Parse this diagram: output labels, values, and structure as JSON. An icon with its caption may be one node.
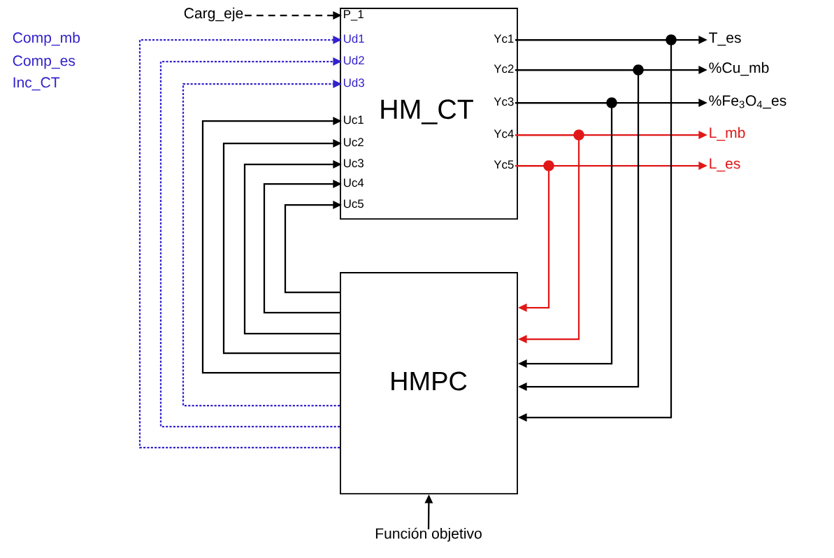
{
  "diagram": {
    "nodes": [
      {
        "text": [
          "HM_CT"
        ]
      },
      {
        "text": [
          "P_1"
        ],
        "in": 0
      },
      {
        "text": [
          "Ud1"
        ],
        "in": 0
      },
      {
        "text": [
          "Ud2"
        ],
        "in": 0
      },
      {
        "text": [
          "Ud3"
        ],
        "in": 0
      },
      {
        "text": [
          "Uc1"
        ],
        "in": 0
      },
      {
        "text": [
          "Uc2"
        ],
        "in": 0
      },
      {
        "text": [
          "Uc3"
        ],
        "in": 0
      },
      {
        "text": [
          "Uc4"
        ],
        "in": 0
      },
      {
        "text": [
          "Uc5"
        ],
        "in": 0
      },
      {
        "text": [
          "Yc1"
        ],
        "in": 0
      },
      {
        "text": [
          "Yc2"
        ],
        "in": 0
      },
      {
        "text": [
          "Yc3"
        ],
        "in": 0
      },
      {
        "text": [
          "Yc4"
        ],
        "in": 0
      },
      {
        "text": [
          "Yc5"
        ],
        "in": 0
      },
      {
        "text": [
          "HMPC"
        ]
      },
      {
        "text": [
          "Carg_eje"
        ]
      },
      {
        "text": [
          "T_es"
        ]
      },
      {
        "text": [
          "%Cu_mb"
        ]
      },
      {
        "text": [
          "%Fe$_{3}$O$_{4}$_es"
        ]
      },
      {
        "text": [
          "L_mb"
        ]
      },
      {
        "text": [
          "L_es"
        ]
      },
      {
        "text": [
          "Función objetivo"
        ]
      }
    ],
    "edges": [
      {
        "from": 16,
        "to": 1,
        "arrow": "to",
        "style": "dashed"
      },
      {
        "from": 15,
        "to": 2,
        "arrow": "to",
        "style": "dashed",
        "color": "#3322cc"
      },
      {
        "from": 15,
        "to": 3,
        "arrow": "to",
        "style": "dashed",
        "color": "#3322cc"
      },
      {
        "from": 15,
        "to": 4,
        "arrow": "to",
        "style": "dashed",
        "color": "#3322cc"
      },
      {
        "from": 15,
        "to": 5,
        "arrow": "to"
      },
      {
        "from": 15,
        "to": 6,
        "arrow": "to"
      },
      {
        "from": 15,
        "to": 7,
        "arrow": "to"
      },
      {
        "from": 15,
        "to": 8,
        "arrow": "to"
      },
      {
        "from": 15,
        "to": 9,
        "arrow": "to"
      },
      {
        "from": 10,
        "to": 17,
        "arrow": "to"
      },
      {
        "from": 11,
        "to": 18,
        "arrow": "to"
      },
      {
        "from": 12,
        "to": 19,
        "arrow": "to"
      },
      {
        "from": 13,
        "to": 20,
        "arrow": "to",
        "color": "#e01818"
      },
      {
        "from": 14,
        "to": 21,
        "arrow": "to",
        "color": "#e01818"
      },
      {
        "from": 10,
        "to": 15,
        "arrow": "to"
      },
      {
        "from": 11,
        "to": 15,
        "arrow": "to"
      },
      {
        "from": 12,
        "to": 15,
        "arrow": "to"
      },
      {
        "from": 13,
        "to": 15,
        "arrow": "to",
        "color": "#e01818"
      },
      {
        "from": 14,
        "to": 15,
        "arrow": "to",
        "color": "#e01818"
      },
      {
        "from": 22,
        "to": 15,
        "arrow": "to"
      }
    ],
    "labels": [
      "Comp_mb",
      "Comp_es",
      "Inc_CT"
    ]
  }
}
